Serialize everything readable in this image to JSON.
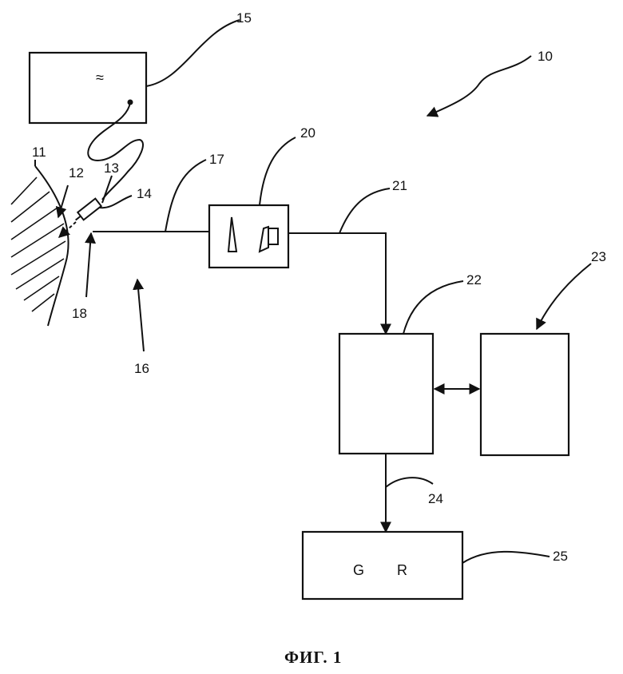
{
  "figure": {
    "caption": "ФИГ. 1",
    "labels": {
      "n10": "10",
      "n11": "11",
      "n12": "12",
      "n13": "13",
      "n14": "14",
      "n15": "15",
      "n16": "16",
      "n17": "17",
      "n18": "18",
      "n20": "20",
      "n21": "21",
      "n22": "22",
      "n23": "23",
      "n24": "24",
      "n25": "25"
    },
    "box15": {
      "symbol": "≈"
    },
    "box25": {
      "left_text": "G",
      "right_text": "R"
    }
  }
}
